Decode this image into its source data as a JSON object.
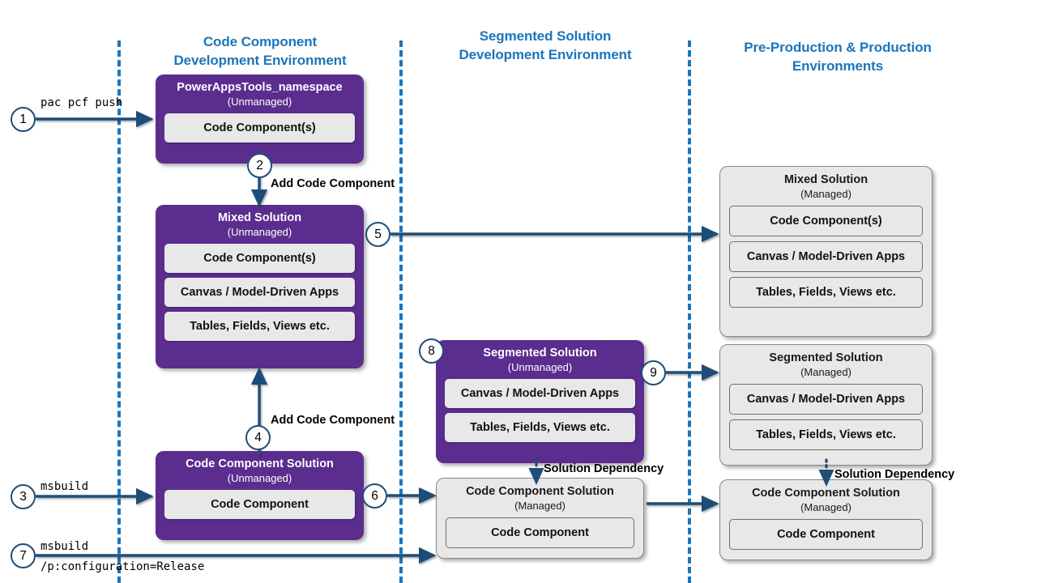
{
  "columns": [
    {
      "id": "code-component-dev",
      "line1": "Code Component",
      "line2": "Development Environment"
    },
    {
      "id": "segmented-solution-dev",
      "line1": "Segmented Solution",
      "line2": "Development Environment"
    },
    {
      "id": "pre-prod-prod",
      "line1": "Pre-Production & Production",
      "line2": "Environments"
    }
  ],
  "boxes": {
    "powerappstools": {
      "title": "PowerAppsTools_namespace",
      "subtitle": "(Unmanaged)",
      "items": [
        "Code Component(s)"
      ]
    },
    "mixed_unmanaged": {
      "title": "Mixed Solution",
      "subtitle": "(Unmanaged)",
      "items": [
        "Code Component(s)",
        "Canvas / Model-Driven Apps",
        "Tables, Fields, Views etc."
      ]
    },
    "code_component_solution_unmanaged": {
      "title": "Code Component Solution",
      "subtitle": "(Unmanaged)",
      "items": [
        "Code Component"
      ]
    },
    "segmented_unmanaged": {
      "title": "Segmented Solution",
      "subtitle": "(Unmanaged)",
      "items": [
        "Canvas / Model-Driven Apps",
        "Tables, Fields, Views etc."
      ]
    },
    "code_component_solution_managed_seg": {
      "title": "Code Component Solution",
      "subtitle": "(Managed)",
      "items": [
        "Code Component"
      ]
    },
    "mixed_managed": {
      "title": "Mixed Solution",
      "subtitle": "(Managed)",
      "items": [
        "Code Component(s)",
        "Canvas / Model-Driven Apps",
        "Tables, Fields, Views etc."
      ]
    },
    "segmented_managed": {
      "title": "Segmented Solution",
      "subtitle": "(Managed)",
      "items": [
        "Canvas / Model-Driven Apps",
        "Tables, Fields, Views etc."
      ]
    },
    "code_component_solution_managed_prod": {
      "title": "Code Component Solution",
      "subtitle": "(Managed)",
      "items": [
        "Code Component"
      ]
    }
  },
  "steps": [
    {
      "n": "1"
    },
    {
      "n": "2"
    },
    {
      "n": "3"
    },
    {
      "n": "4"
    },
    {
      "n": "5"
    },
    {
      "n": "6"
    },
    {
      "n": "7"
    },
    {
      "n": "8"
    },
    {
      "n": "9"
    }
  ],
  "labels": {
    "cmd_pac_pcf_push": "pac pcf push",
    "cmd_msbuild": "msbuild",
    "cmd_msbuild_release_1": "msbuild",
    "cmd_msbuild_release_2": "/p:configuration=Release",
    "add_code_component_top": "Add Code Component",
    "add_code_component_bottom": "Add Code Component",
    "solution_dependency_seg": "Solution Dependency",
    "solution_dependency_prod": "Solution Dependency"
  },
  "colors": {
    "accent_blue": "#1B75BC",
    "purple": "#5B2D8E",
    "grey_fill": "#E8E8E8",
    "arrow": "#1F4E79"
  }
}
